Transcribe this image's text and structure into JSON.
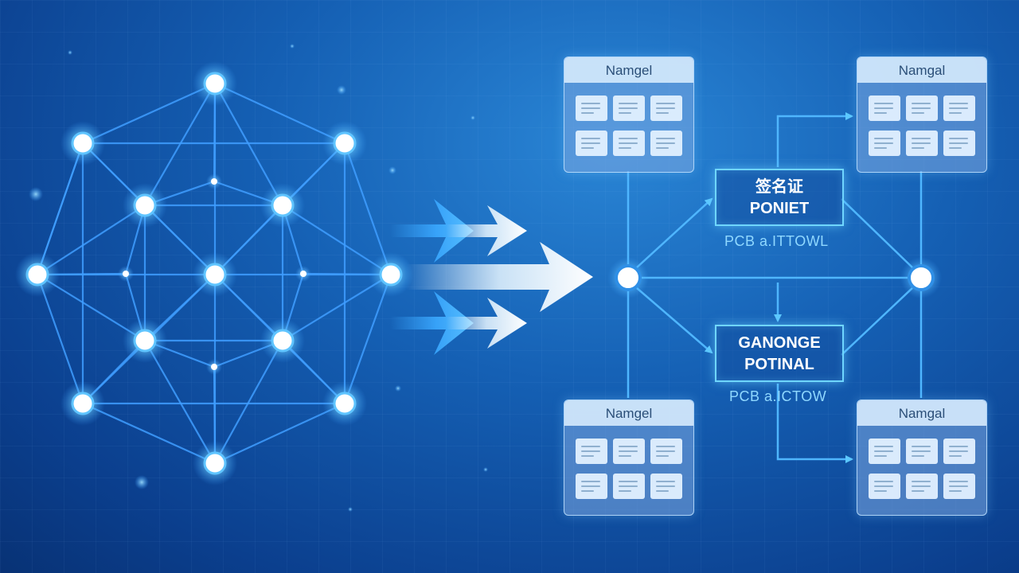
{
  "diagram": {
    "cards": [
      {
        "id": "card-top-left",
        "title": "Namgel"
      },
      {
        "id": "card-top-right",
        "title": "Namgal"
      },
      {
        "id": "card-bottom-left",
        "title": "Namgel"
      },
      {
        "id": "card-bottom-right",
        "title": "Namgal"
      }
    ],
    "process_boxes": [
      {
        "id": "process-top",
        "line1": "签名证",
        "line2": "PONIET",
        "sublabel": "PCB a.ITTOWL"
      },
      {
        "id": "process-bottom",
        "line1": "GANONGE",
        "line2": "POTINAL",
        "sublabel": "PCB a.ICTOW"
      }
    ],
    "colors": {
      "background": "#1560b4",
      "network_line": "#3f9dff",
      "node_glow": "#8fdcff",
      "box_border": "#6fd6ff",
      "card_fill": "#7daae1"
    }
  }
}
